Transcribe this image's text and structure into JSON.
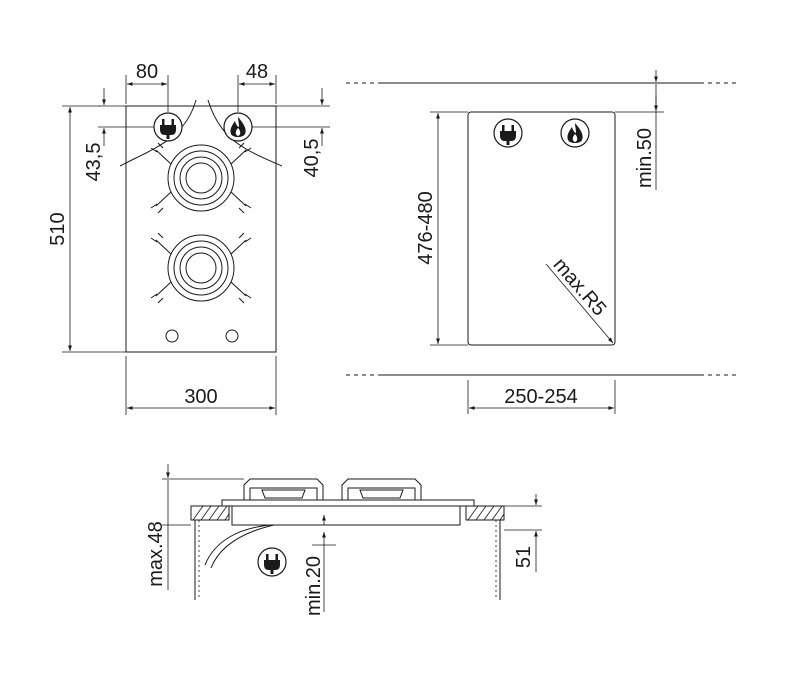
{
  "front_view": {
    "width_label": "300",
    "height_label": "510",
    "plug_offset_label": "80",
    "gas_offset_label": "48",
    "plug_height_label": "43,5",
    "gas_height_label": "40,5"
  },
  "cutout_view": {
    "width_label": "250-254",
    "height_label": "476-480",
    "wall_clearance_label": "min.50",
    "radius_label": "max.R5"
  },
  "side_view": {
    "total_height_label": "max.48",
    "under_clearance_label": "min.20",
    "depth_label": "51"
  },
  "icons": {
    "plug": "electric-plug-icon",
    "gas": "gas-flame-icon"
  }
}
